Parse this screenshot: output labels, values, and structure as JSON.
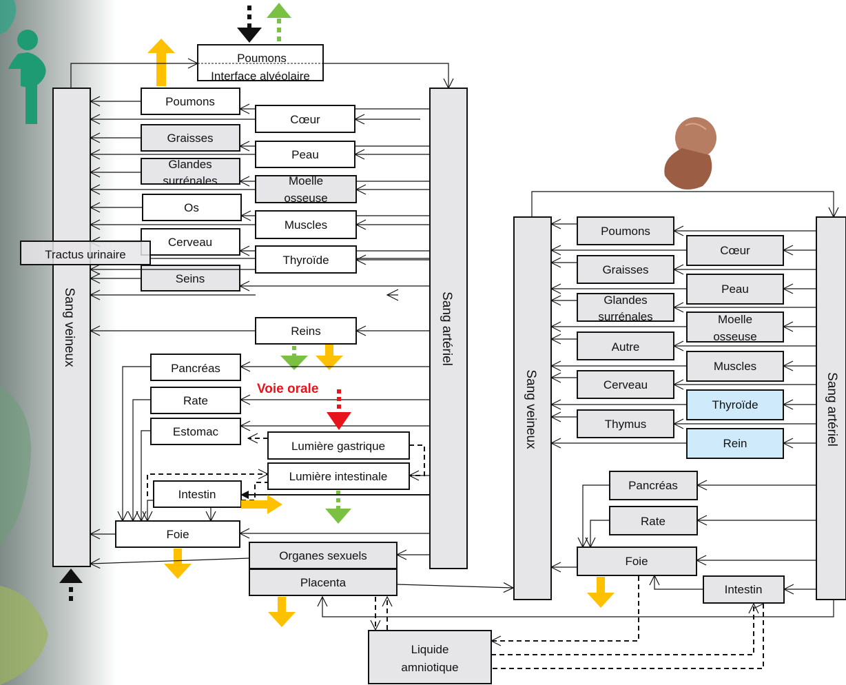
{
  "maternal": {
    "lung_interface": [
      "Poumons",
      "Interface alvéolaire"
    ],
    "venous_label": "Sang veineux",
    "arterial_label": "Sang artériel",
    "organs": {
      "poumons": "Poumons",
      "coeur": "Cœur",
      "graisses": "Graisses",
      "peau": "Peau",
      "glandes": [
        "Glandes",
        "surrénales"
      ],
      "moelle": [
        "Moelle",
        "osseuse"
      ],
      "os": "Os",
      "muscles": "Muscles",
      "cerveau": "Cerveau",
      "thyroide": "Thyroïde",
      "tractus": "Tractus urinaire",
      "seins": "Seins",
      "reins": "Reins",
      "pancreas": "Pancréas",
      "rate": "Rate",
      "estomac": "Estomac",
      "lumiere_gastrique": "Lumière gastrique",
      "lumiere_intestinale": "Lumière intestinale",
      "intestin": "Intestin",
      "foie": "Foie",
      "organes_sexuels": "Organes sexuels",
      "placenta": "Placenta"
    },
    "oral_route": "Voie orale"
  },
  "amniotic": [
    "Liquide",
    "amniotique"
  ],
  "fetal": {
    "venous_label": "Sang veineux",
    "arterial_label": "Sang artériel",
    "organs": {
      "poumons": "Poumons",
      "coeur": "Cœur",
      "graisses": "Graisses",
      "peau": "Peau",
      "glandes": [
        "Glandes",
        "surrénales"
      ],
      "moelle": [
        "Moelle",
        "osseuse"
      ],
      "autre": "Autre",
      "muscles": "Muscles",
      "cerveau": "Cerveau",
      "thyroide": "Thyroïde",
      "thymus": "Thymus",
      "rein": "Rein",
      "pancreas": "Pancréas",
      "rate": "Rate",
      "foie": "Foie",
      "intestin": "Intestin"
    }
  },
  "colors": {
    "elimination_arrow": "#ffc000",
    "excretion_arrow": "#7ac143",
    "oral_arrow": "#e8141b",
    "box_gray": "#e6e5e8",
    "box_blue": "#cfeafa",
    "pregnant_icon": "#1f9b73"
  },
  "icons": [
    "pregnant-woman-icon",
    "fetus-icon"
  ]
}
